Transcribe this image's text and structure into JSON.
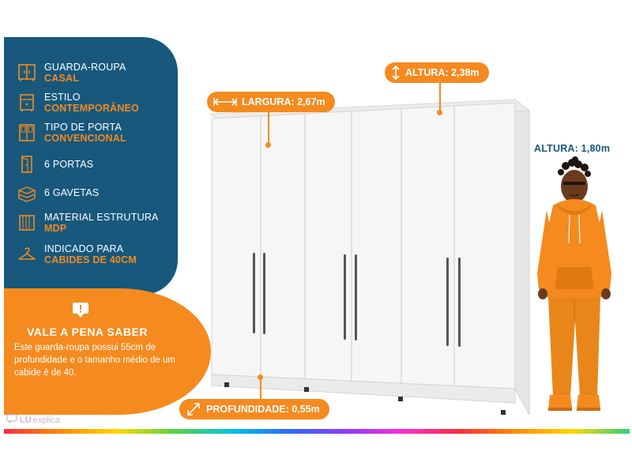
{
  "specs": [
    {
      "label": "GUARDA-ROUPA",
      "value": "CASAL",
      "icon": "wardrobe-icon"
    },
    {
      "label": "ESTILO",
      "value": "CONTEMPORÂNEO",
      "icon": "cabinet-icon"
    },
    {
      "label": "TIPO DE PORTA",
      "value": "CONVENCIONAL",
      "icon": "door-type-icon"
    },
    {
      "label": "6  PORTAS",
      "icon": "door-icon"
    },
    {
      "label": "6 GAVETAS",
      "icon": "drawers-icon"
    },
    {
      "label": "MATERIAL ESTRUTURA",
      "value": "MDP",
      "icon": "material-icon"
    },
    {
      "label": "INDICADO PARA",
      "value": "CABIDES DE 40CM",
      "icon": "hanger-icon"
    }
  ],
  "info": {
    "title": "VALE A PENA SABER",
    "body": "Este guarda-roupa possui 55cm de profundidade e o tamanho médio de um cabide é de 40."
  },
  "dimensions": {
    "width": "LARGURA: 2,67m",
    "height": "ALTURA: 2,38m",
    "depth": "PROFUNDIDADE: 0,55m",
    "person_height": "ALTURA: 1,80m"
  },
  "brand": {
    "part1": "LU",
    "part2": "explica"
  },
  "colors": {
    "blue": "#17587c",
    "orange": "#f58a1f",
    "wardrobe": "#f4f4f4"
  }
}
